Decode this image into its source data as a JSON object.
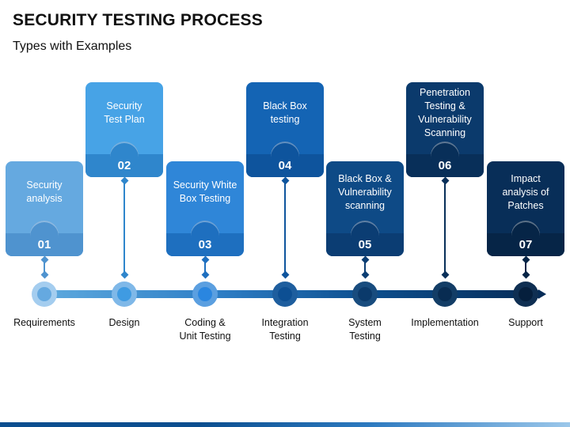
{
  "header": {
    "title": "SECURITY TESTING PROCESS",
    "subtitle": "Types with Examples"
  },
  "steps": [
    {
      "number": "01",
      "text": "Security\nanalysis",
      "stage": "Requirements",
      "color": "#65a9e0",
      "band": "#4f93cf",
      "node_outer": "#a4cdef",
      "node_inner": "#65a9e0"
    },
    {
      "number": "02",
      "text": "Security\nTest Plan",
      "stage": "Design",
      "color": "#47a3e6",
      "band": "#2f86cc",
      "node_outer": "#7fb8e8",
      "node_inner": "#3f9be2"
    },
    {
      "number": "03",
      "text": "Security White\nBox Testing",
      "stage": "Coding &\nUnit Testing",
      "color": "#2f86d8",
      "band": "#1e6fbf",
      "node_outer": "#5b9fe0",
      "node_inner": "#2a86e0"
    },
    {
      "number": "04",
      "text": "Black Box\ntesting",
      "stage": "Integration\nTesting",
      "color": "#1464b4",
      "band": "#0e549d",
      "node_outer": "#1e5e9e",
      "node_inner": "#0d4f93"
    },
    {
      "number": "05",
      "text": "Black Box &\nVulnerability\nscanning",
      "stage": "System\nTesting",
      "color": "#0e4a86",
      "band": "#0b3d73",
      "node_outer": "#184c7e",
      "node_inner": "#0b3a6b"
    },
    {
      "number": "06",
      "text": "Penetration\nTesting &\nVulnerability\nScanning",
      "stage": "Implementation",
      "color": "#0b3a6c",
      "band": "#082f59",
      "node_outer": "#133d66",
      "node_inner": "#082c52"
    },
    {
      "number": "07",
      "text": "Impact\nanalysis of\nPatches",
      "stage": "Support",
      "color": "#082e58",
      "band": "#062547",
      "node_outer": "#0f2f52",
      "node_inner": "#051f3d"
    }
  ]
}
